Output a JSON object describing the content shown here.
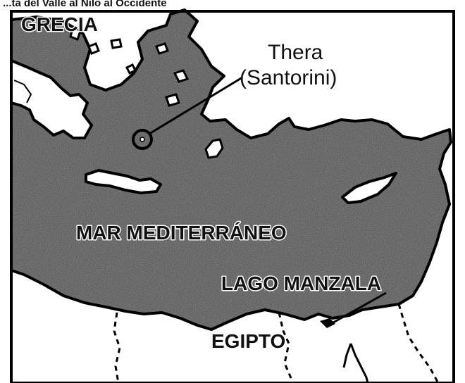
{
  "header_text": "...ta del Valle al Nilo al Occidente",
  "labels": {
    "grecia": "GRECIA",
    "thera_line1": "Thera",
    "thera_line2": "(Santorini)",
    "sea": "MAR MEDITERRÁNEO",
    "lake": "LAGO MANZALA",
    "egypt": "EGIPTO"
  },
  "colors": {
    "sea": "#8f8f8f",
    "land": "#ffffff",
    "ink": "#111111",
    "frame": "#000000"
  }
}
